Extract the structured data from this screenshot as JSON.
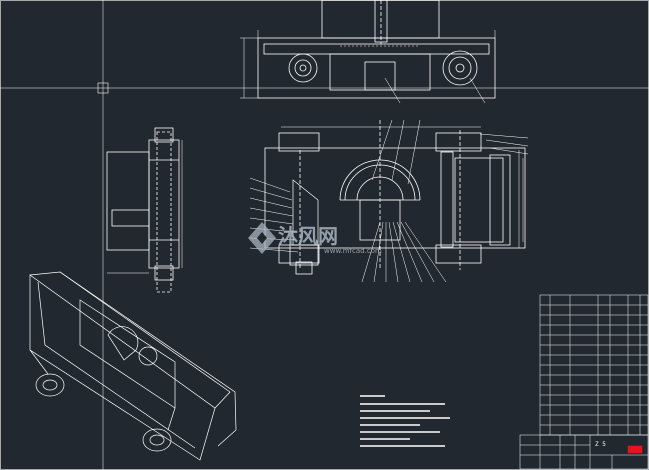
{
  "colors": {
    "background": "#212830",
    "line": "#ffffff",
    "accent_red": "#e8141c",
    "watermark": "#aab4c0"
  },
  "watermark": {
    "logo_icon": "mufeng-logo-icon",
    "brand_text": "沐风网",
    "url_text": "www.mfcad.com"
  },
  "views": {
    "top_view": "top-view-assembly",
    "front_view": "front-view-section",
    "side_view": "side-view",
    "iso_view": "isometric-view"
  },
  "title_block": {
    "cell_text": "Z 5"
  }
}
